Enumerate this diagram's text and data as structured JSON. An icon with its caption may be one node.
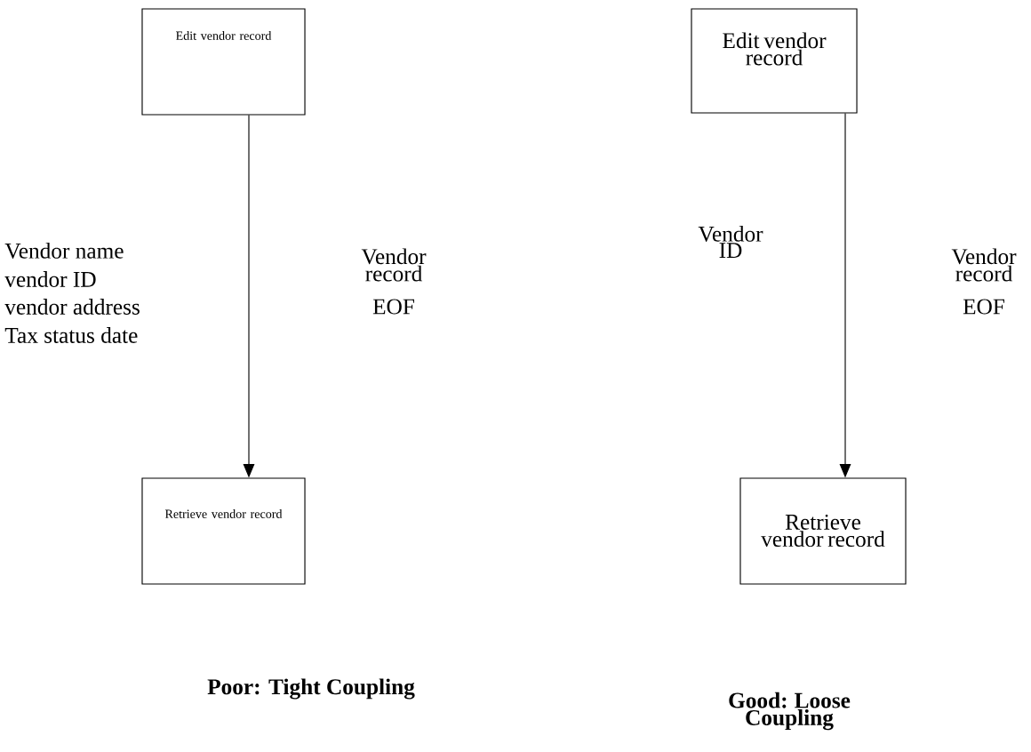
{
  "diagram": {
    "nodes": [
      {
        "text": [
          "Edit vendor record"
        ]
      },
      {
        "text": [
          "Retrieve vendor record"
        ]
      },
      {
        "text": [
          "Edit vendor record"
        ]
      },
      {
        "text": [
          "Retrieve vendor record"
        ]
      }
    ],
    "edges": [
      {
        "from": 0,
        "to": 1,
        "arrow": "to"
      },
      {
        "from": 2,
        "to": 3,
        "arrow": "to"
      }
    ],
    "labels": [
      "Vendor name",
      "vendor ID",
      "vendor address",
      "Tax status date",
      "Vendor record",
      "EOF",
      "Vendor ID",
      "Vendor record",
      "EOF",
      "Poor: Tight Coupling",
      "Good: Loose Coupling"
    ]
  }
}
